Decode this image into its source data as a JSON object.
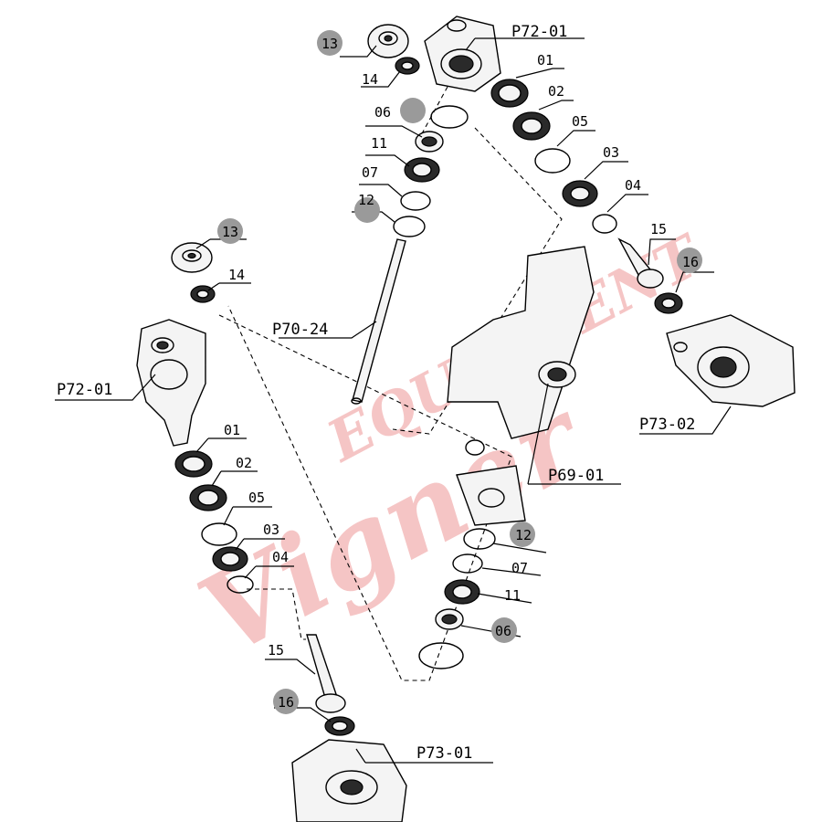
{
  "watermark": {
    "text": "Vigner",
    "text2": "EQUIPMENT",
    "color": "#f0a0a0"
  },
  "callouts_right": {
    "p72_01": "P72-01",
    "n13": "13",
    "n14": "14",
    "n06": "06",
    "n11": "11",
    "n07": "07",
    "n12": "12",
    "n01": "01",
    "n02": "02",
    "n05": "05",
    "n03": "03",
    "n04": "04",
    "n15": "15",
    "n16": "16",
    "p70_24": "P70-24",
    "p73_02": "P73-02",
    "p69_01": "P69-01"
  },
  "callouts_left": {
    "n13": "13",
    "n14": "14",
    "p72_01": "P72-01",
    "n01": "01",
    "n02": "02",
    "n05": "05",
    "n03": "03",
    "n04": "04",
    "n15": "15",
    "n16": "16",
    "p73_01": "P73-01"
  },
  "callouts_center": {
    "n12": "12",
    "n07": "07",
    "n11": "11",
    "n06": "06"
  }
}
